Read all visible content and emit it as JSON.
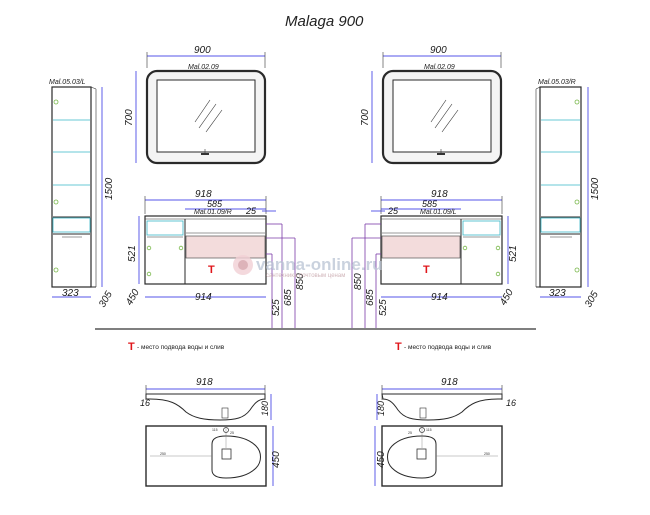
{
  "title": "Malaga 900",
  "labels": {
    "mirror": "Mal.02.09",
    "column_left": "Mal.05.03/L",
    "column_right": "Mal.05.03/R",
    "vanity_left": "Mal.01.09/R",
    "vanity_right": "Mal.01.09/L"
  },
  "dimensions": {
    "mirror_width": "900",
    "mirror_height": "700",
    "column_height": "1500",
    "column_width": "323",
    "column_depth": "305",
    "vanity_width": "918",
    "vanity_inner": "585",
    "vanity_offset": "25",
    "vanity_height": "521",
    "vanity_depth": "450",
    "vanity_base": "914",
    "h525": "525",
    "h685": "685",
    "h850": "850",
    "basin_width": "918",
    "basin_height": "180",
    "basin_edge": "16",
    "basin_depth": "450",
    "basin_tiny": [
      "250",
      "115",
      "250",
      "25"
    ]
  },
  "notes": {
    "t_mark": "T",
    "supply_note": "- место подвода воды и слив"
  },
  "watermark": {
    "site": "vanna-online.ru",
    "tagline": "сантехника почтовым ценам"
  },
  "colors": {
    "red": "#e0161b",
    "blue_dim": "#1b1be0",
    "cyan_shelf": "#39b8c8",
    "purple_guide": "#7a3aa8",
    "green_hinge": "#79b84a"
  }
}
